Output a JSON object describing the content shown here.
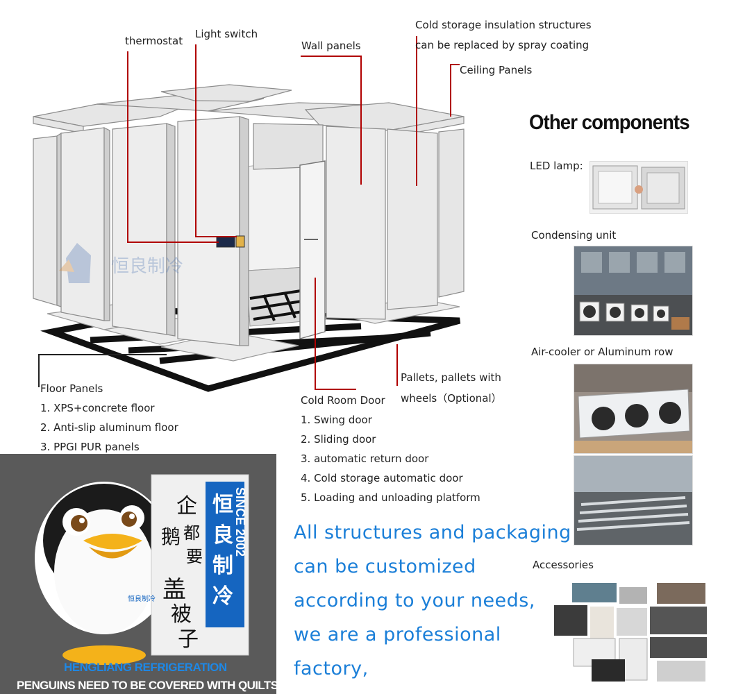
{
  "diagram": {
    "labels": {
      "thermostat": "thermostat",
      "light_switch": "Light switch",
      "wall_panels": "Wall panels",
      "insulation_line1": "Cold storage insulation structures",
      "insulation_line2": "can be replaced by spray coating",
      "ceiling_panels": "Ceiling Panels",
      "floor_panels": "Floor Panels",
      "cold_room_door": "Cold Room Door",
      "pallets_line1": "Pallets, pallets with",
      "pallets_line2": "wheels（Optional）"
    },
    "watermark": "恒良制冷",
    "floor_options": [
      "1. XPS+concrete floor",
      "2. Anti-slip aluminum floor",
      "3. PPGI  PUR panels"
    ],
    "door_options": [
      "1. Swing door",
      "2. Sliding door",
      "3. automatic return door",
      "4. Cold storage automatic door",
      "5. Loading and unloading platform"
    ]
  },
  "components": {
    "heading": "Other components",
    "led_lamp": "LED lamp:",
    "condensing_unit": "Condensing unit",
    "air_cooler": "Air-cooler or Aluminum row",
    "accessories": "Accessories"
  },
  "promo": {
    "since": "SINCE 2002",
    "brand_cn": "恒良制冷",
    "slogan_cn": [
      "企",
      "鹅",
      "都",
      "要",
      "盖",
      "被",
      "子"
    ],
    "badge_cn": "恒良制冷",
    "brand_en": "HENGLIANG REFRIGERATION",
    "tagline": "PENGUINS NEED TO BE COVERED WITH QUILTS"
  },
  "slogan_lines": [
    "All structures and packaging",
    "can be customized",
    "according to your needs,",
    "we are a professional",
    "factory,"
  ],
  "colors": {
    "leader_line": "#b00000",
    "slogan_blue": "#1b7fd8",
    "promo_bg": "#5a5a5a",
    "brand_blue": "#1565c0"
  }
}
